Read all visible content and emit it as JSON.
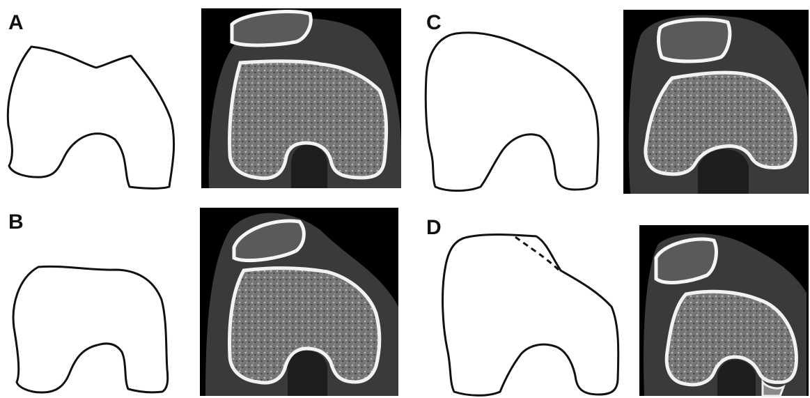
{
  "panels": [
    {
      "id": "A",
      "label": "A"
    },
    {
      "id": "B",
      "label": "B"
    },
    {
      "id": "C",
      "label": "C"
    },
    {
      "id": "D",
      "label": "D"
    }
  ],
  "colors": {
    "outline": "#111111",
    "ct_background": "#000000",
    "cortical_bone": "#f2f2f2"
  }
}
